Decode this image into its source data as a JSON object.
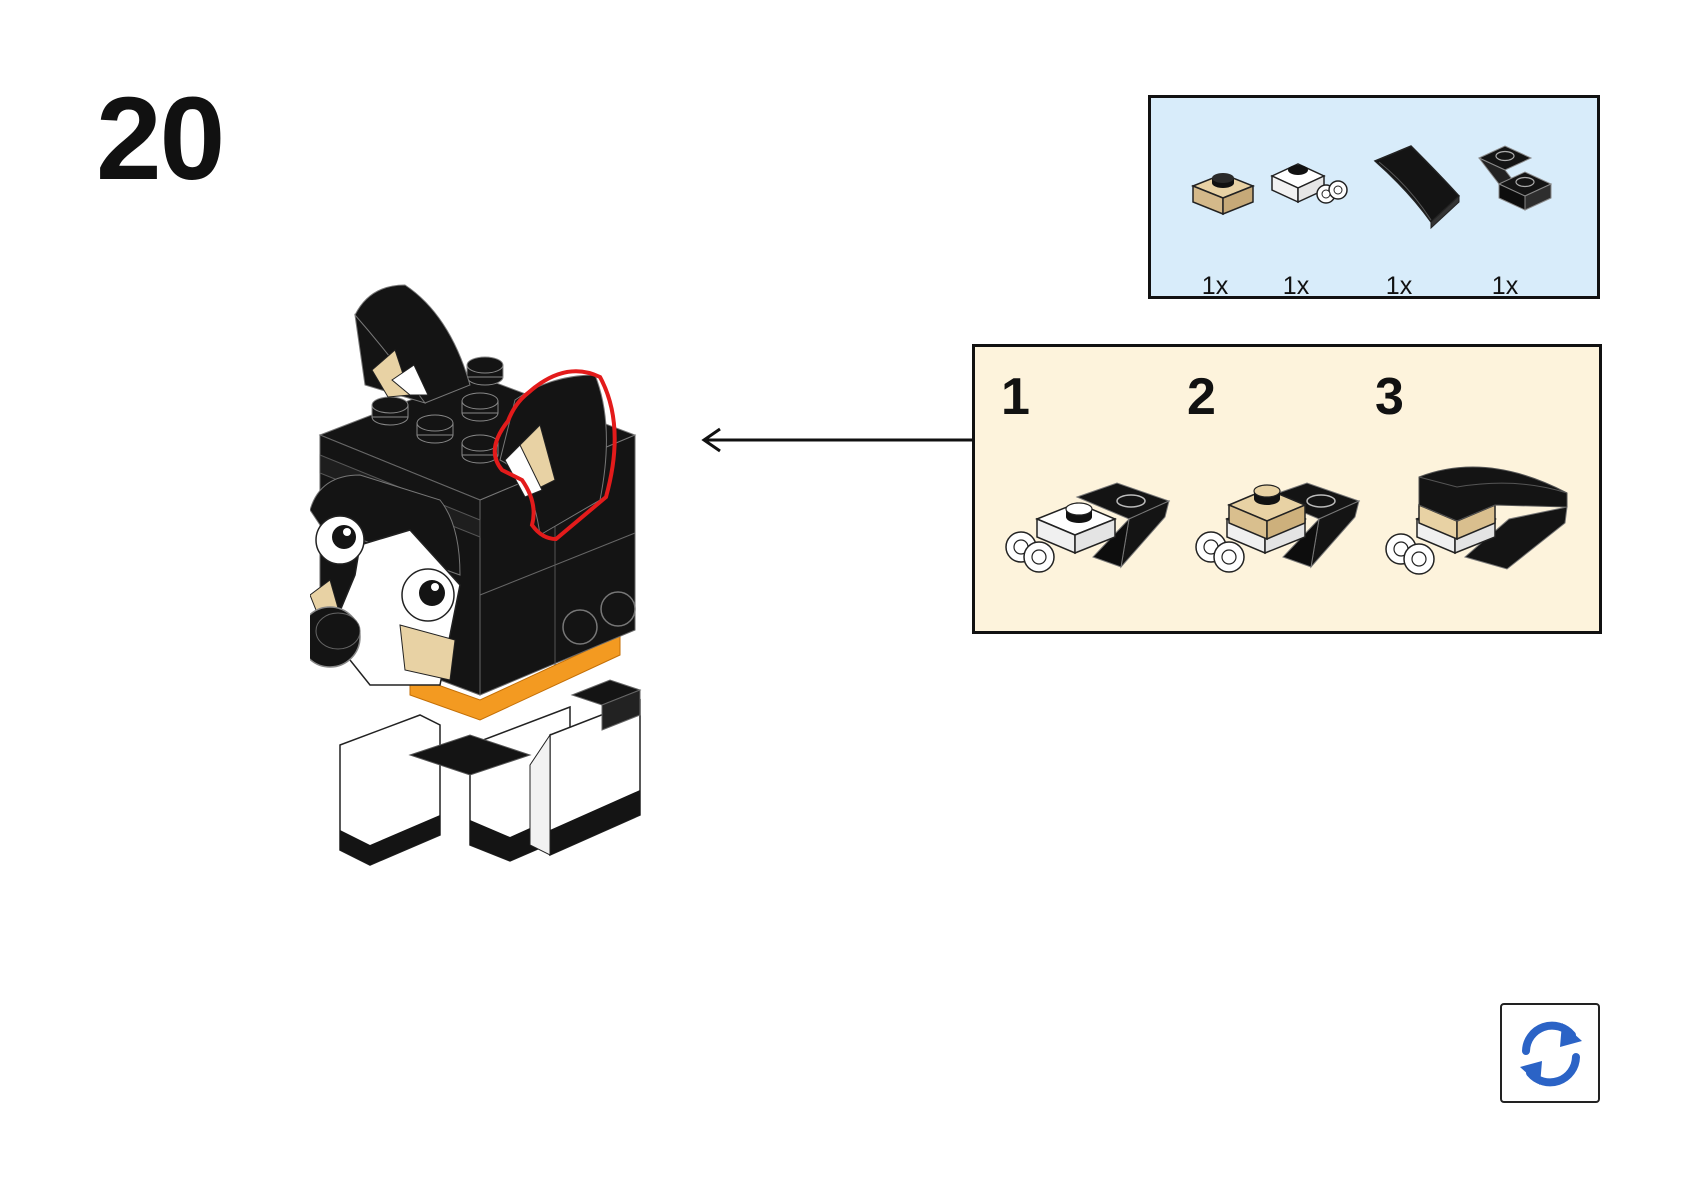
{
  "step": {
    "number": "20"
  },
  "parts_list": {
    "items": [
      {
        "name": "tan-plate-1x1",
        "color": "#e8d2a4",
        "qty": "1x"
      },
      {
        "name": "white-plate-1x1-clip",
        "color": "#ffffff",
        "qty": "1x"
      },
      {
        "name": "black-curved-slope",
        "color": "#141414",
        "qty": "1x"
      },
      {
        "name": "black-inverted-slope-1x2",
        "color": "#141414",
        "qty": "1x"
      }
    ]
  },
  "sub_assembly": {
    "steps": [
      {
        "label": "1"
      },
      {
        "label": "2"
      },
      {
        "label": "3"
      }
    ]
  },
  "highlight_color": "#e31b1b",
  "colors": {
    "parts_bg": "#d8ecfa",
    "sub_bg": "#fdf3dc",
    "black": "#141414",
    "tan": "#e8d2a4",
    "orange": "#f39a21",
    "rotate_icon": "#2b63c6"
  },
  "rotate_icon": "rotate-model-icon"
}
